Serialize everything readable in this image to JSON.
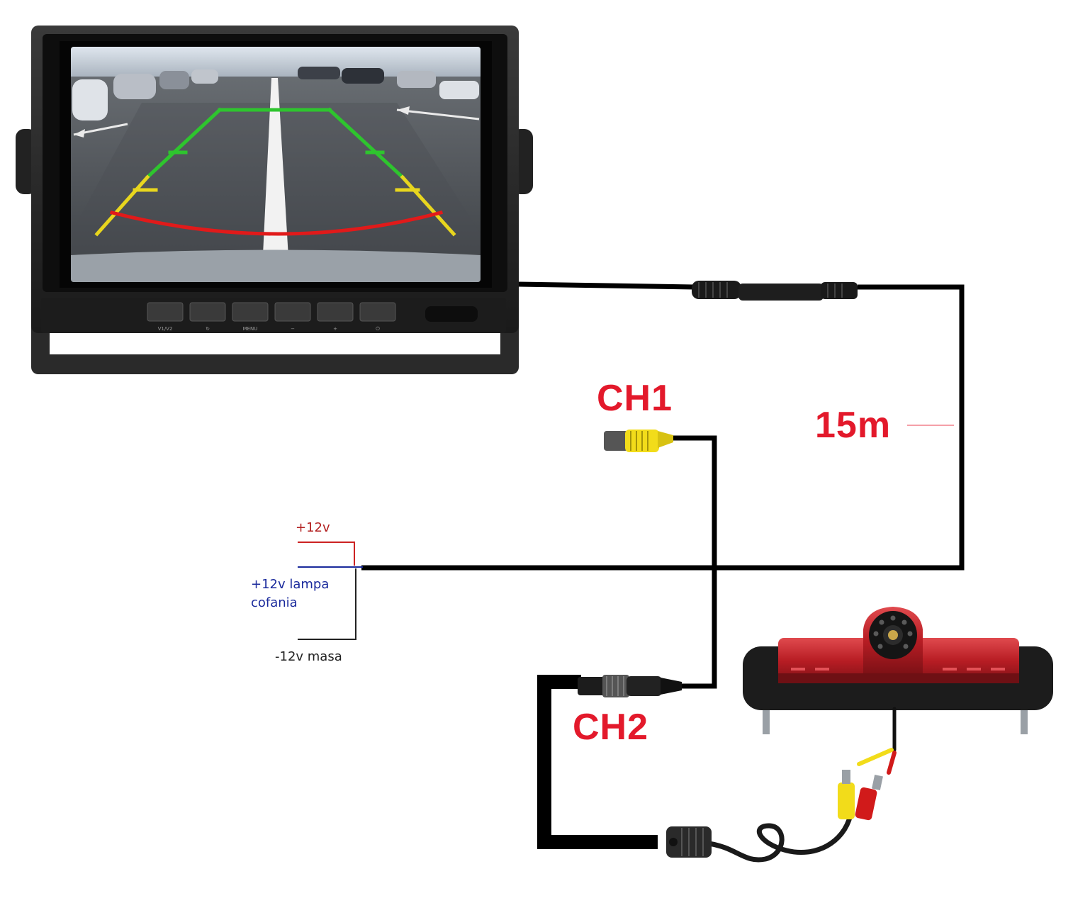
{
  "labels": {
    "ch1": "CH1",
    "ch2": "CH2",
    "cable_length": "15m",
    "power_plus": "+12v",
    "reverse_lamp": "+12v lampa\ncofania",
    "ground": "-12v masa"
  },
  "monitor": {
    "button_labels": [
      "V1/V2",
      "↻",
      "MENU",
      "−",
      "+",
      "⏻"
    ]
  },
  "colors": {
    "label_red": "#e3192b",
    "power_wire": "#cc2222",
    "reverse_wire": "#1a2a9c",
    "ground_wire": "#222222",
    "cable": "#000000",
    "brake_light": "#c8242a",
    "guide_green": "#2ec52e",
    "guide_yellow": "#e8d61e",
    "guide_red": "#e11a1a",
    "rca_yellow": "#f2dc1a"
  }
}
